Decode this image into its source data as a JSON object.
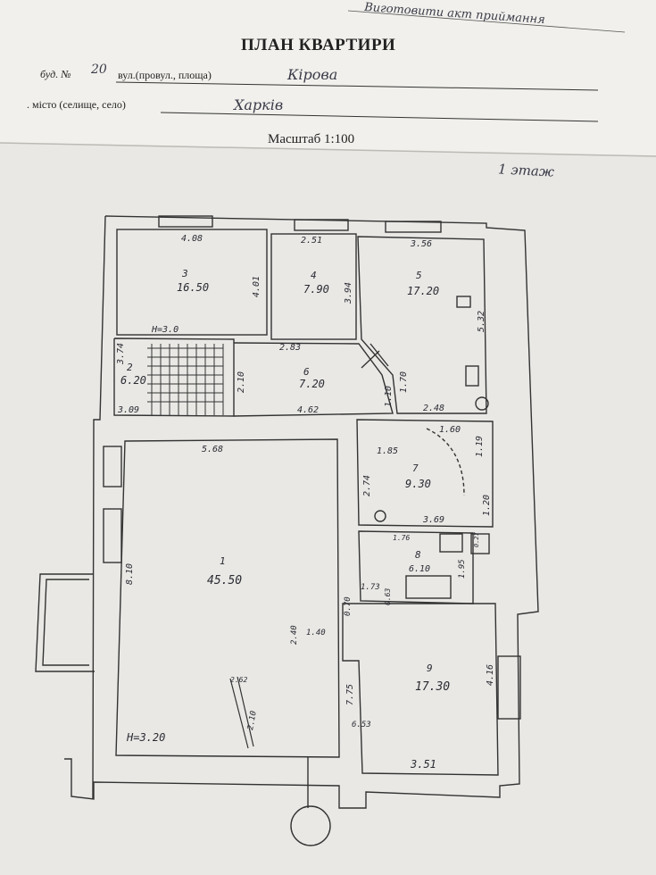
{
  "header": {
    "handwritten_note": "Виготовити акт приймання",
    "title": "ПЛАН КВАРТИРИ",
    "building_label": "буд. №",
    "building_no": "20",
    "street_label": "вул.(провул., площа)",
    "street": "Кірова",
    "city_label": ". місто (селище, село)",
    "city": "Харків",
    "scale": "Масштаб 1:100",
    "floor": "1 этаж"
  },
  "plan": {
    "room3": {
      "num": "3",
      "area": "16.50"
    },
    "room4": {
      "num": "4",
      "area": "7.90"
    },
    "room5": {
      "num": "5",
      "area": "17.20"
    },
    "room2": {
      "num": "2",
      "area": "6.20"
    },
    "room6": {
      "num": "6",
      "area": "7.20"
    },
    "room1": {
      "num": "1",
      "area": "45.50"
    },
    "room7": {
      "num": "7",
      "area": "9.30"
    },
    "room8": {
      "num": "8",
      "area": "6.10"
    },
    "room9": {
      "num": "9",
      "area": "17.30"
    },
    "dims": {
      "d408": "4.08",
      "d251": "2.51",
      "d356": "3.56",
      "d401": "4.01",
      "d394": "3.94",
      "d532": "5.32",
      "h30": "H=3.0",
      "d283": "2.83",
      "d374": "3.74",
      "d210": "2.10",
      "d309": "3.09",
      "d462": "4.62",
      "d248": "2.48",
      "d110": "1.10",
      "d170": "1.70",
      "d568": "5.68",
      "d810": "8.10",
      "h320": "H=3.20",
      "d185": "1.85",
      "d160": "1.60",
      "d119": "1.19",
      "d274": "2.74",
      "d120": "1.20",
      "d369": "3.69",
      "d176": "1.76",
      "d195": "1.95",
      "d173": "1.73",
      "d063": "0.63",
      "d140": "1.40",
      "d416": "4.16",
      "d775": "7.75",
      "d653": "6.53",
      "d351": "3.51",
      "d262": "2.62",
      "d027": "0.27",
      "d210b": "2.10",
      "d070": "0.70",
      "d2": "2.40"
    }
  }
}
